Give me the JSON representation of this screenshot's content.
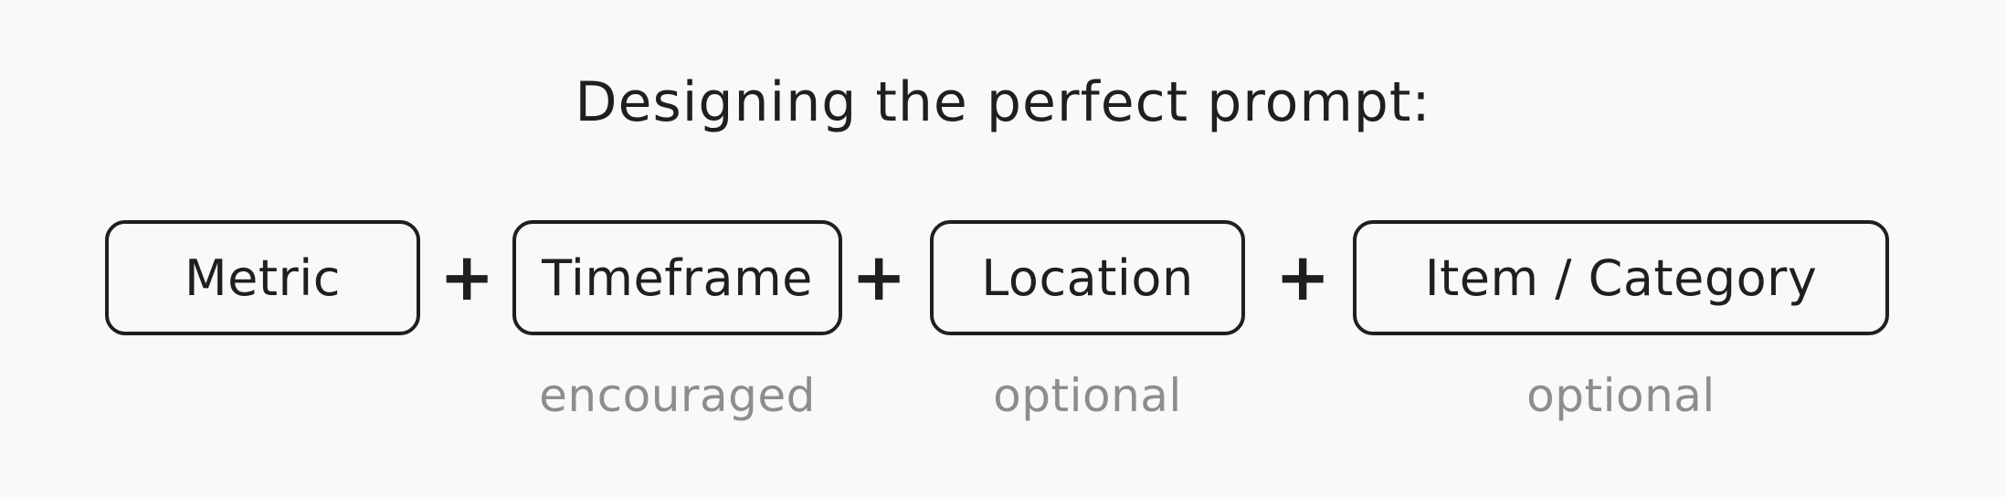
{
  "title": "Designing the perfect prompt:",
  "components": [
    {
      "label": "Metric",
      "note": ""
    },
    {
      "label": "Timeframe",
      "note": "encouraged"
    },
    {
      "label": "Location",
      "note": "optional"
    },
    {
      "label": "Item / Category",
      "note": "optional"
    }
  ],
  "operator": "+",
  "colors": {
    "background": "#f9f9f9",
    "ink": "#1f1f1f",
    "muted": "#8d8d8d"
  }
}
